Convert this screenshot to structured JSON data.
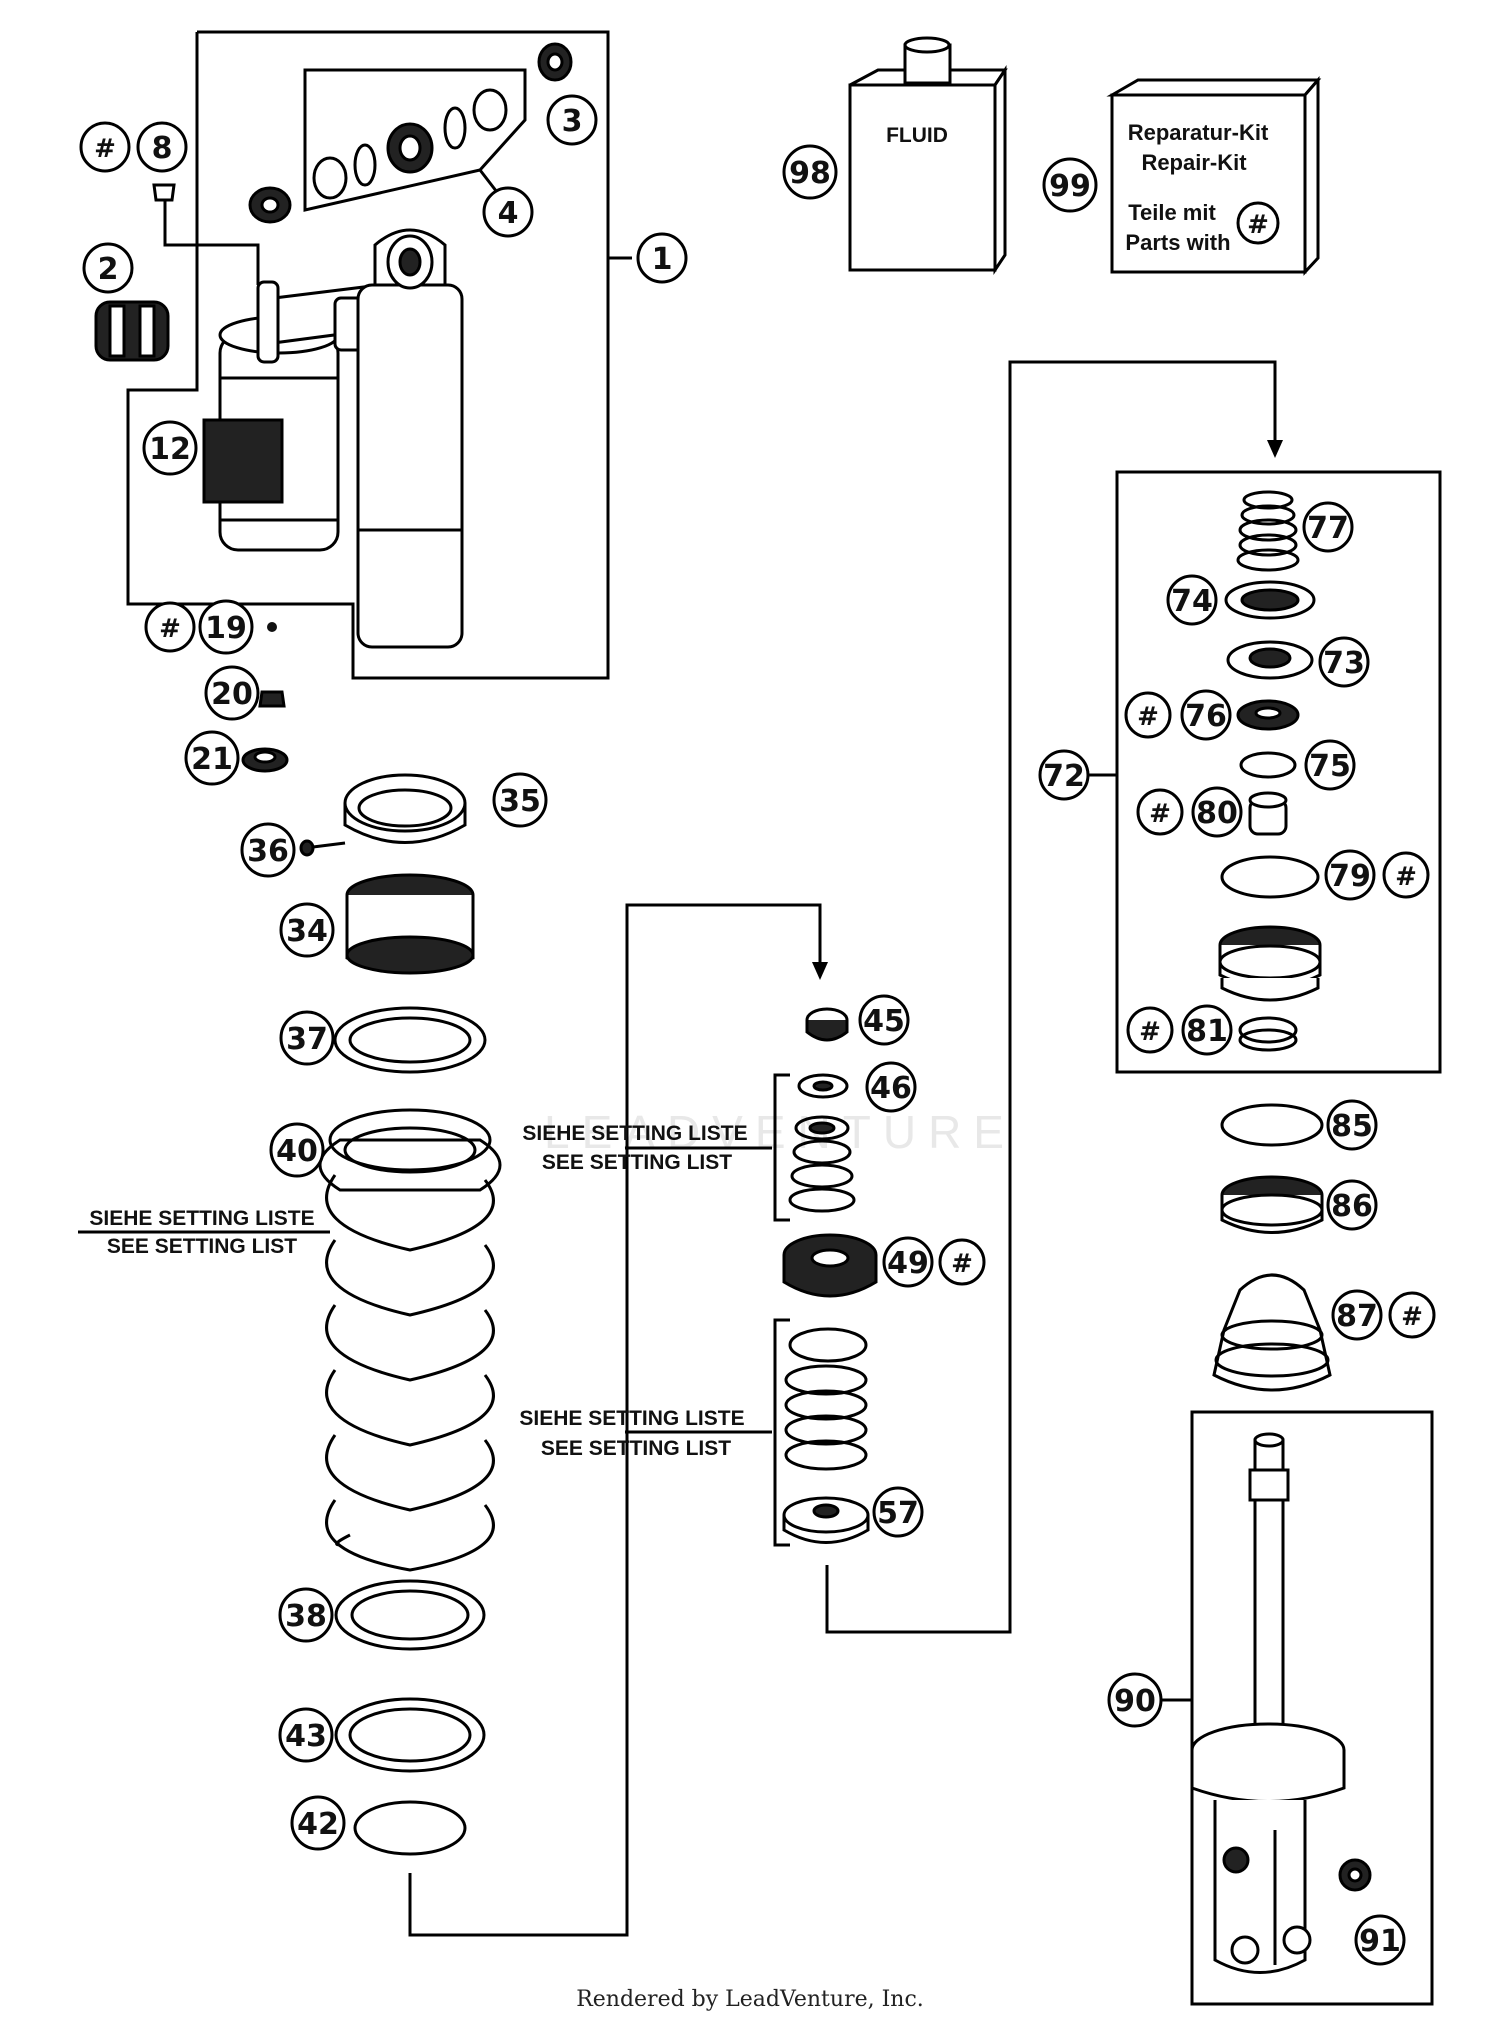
{
  "callouts": {
    "c1": "1",
    "c2": "2",
    "c3": "3",
    "c4": "4",
    "c8": "8",
    "c12": "12",
    "c19": "19",
    "c20": "20",
    "c21": "21",
    "c34": "34",
    "c35": "35",
    "c36": "36",
    "c37": "37",
    "c38": "38",
    "c40": "40",
    "c42": "42",
    "c43": "43",
    "c45": "45",
    "c46": "46",
    "c49": "49",
    "c57": "57",
    "c72": "72",
    "c73": "73",
    "c74": "74",
    "c75": "75",
    "c76": "76",
    "c77": "77",
    "c79": "79",
    "c80": "80",
    "c81": "81",
    "c85": "85",
    "c86": "86",
    "c87": "87",
    "c90": "90",
    "c91": "91",
    "c98": "98",
    "c99": "99"
  },
  "hash_symbol": "#",
  "fluid_label": "FLUID",
  "repair_kit": {
    "line1": "Reparatur-Kit",
    "line2": "Repair-Kit",
    "line3": "Teile mit",
    "line4": "Parts with"
  },
  "setting_list": {
    "de": "SIEHE SETTING LISTE",
    "en": "SEE SETTING LIST"
  },
  "footer": "Rendered by LeadVenture, Inc.",
  "watermark": "LEADVENTURE"
}
